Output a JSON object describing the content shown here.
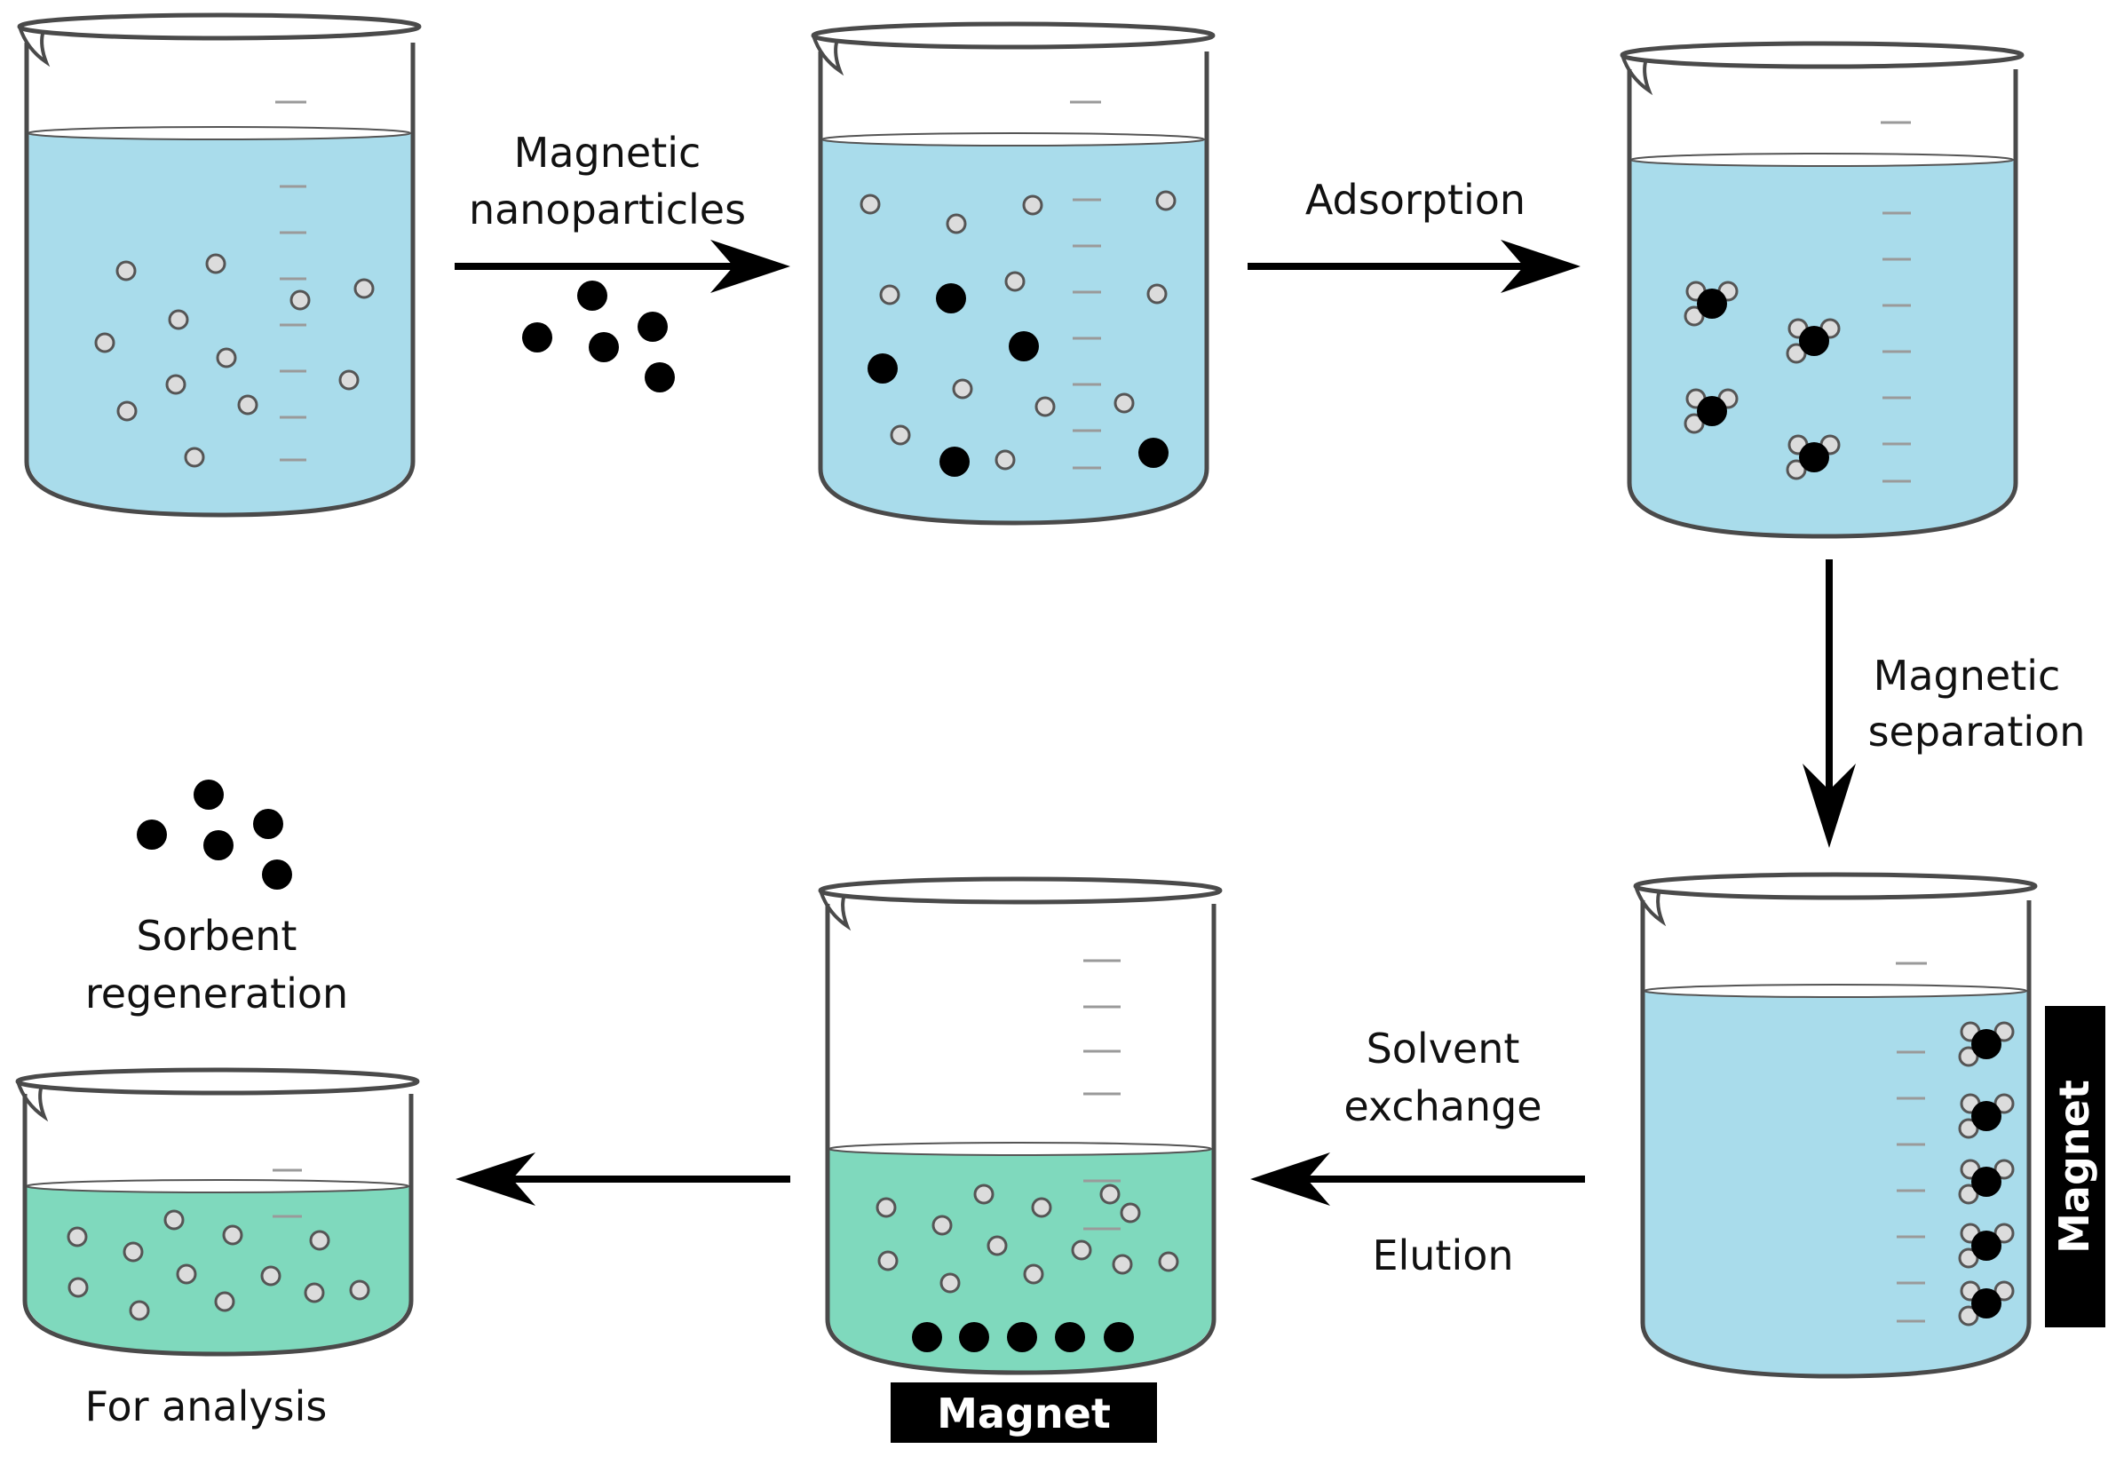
{
  "labels": {
    "magnetic_nanoparticles_1": "Magnetic",
    "magnetic_nanoparticles_2": "nanoparticles",
    "adsorption": "Adsorption",
    "magnetic_separation_1": "Magnetic",
    "magnetic_separation_2": "separation",
    "solvent_exchange_1": "Solvent",
    "solvent_exchange_2": "exchange",
    "elution": "Elution",
    "sorbent_regeneration_1": "Sorbent",
    "sorbent_regeneration_2": "regeneration",
    "for_analysis": "For analysis",
    "magnet_side": "Magnet",
    "magnet_bottom": "Magnet"
  },
  "colors": {
    "water": "#a9dceb",
    "eluent": "#7fd9bd",
    "particle_dark": "#000000",
    "analyte": "#dcdcdc",
    "magnet_block": "#000000"
  }
}
